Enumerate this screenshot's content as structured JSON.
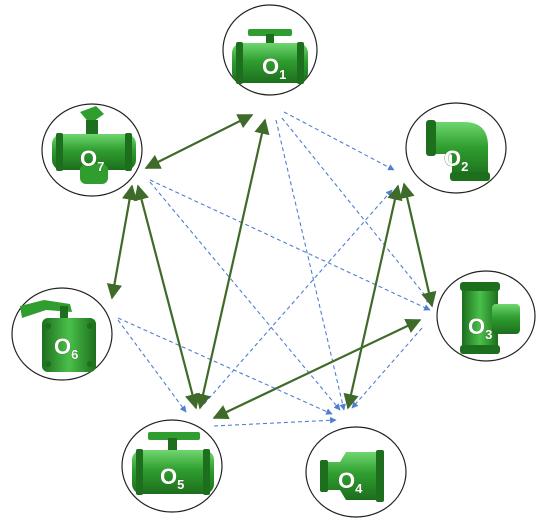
{
  "colors": {
    "strong_edge": "#3f6b2a",
    "weak_edge": "#4f7fd0",
    "part_green": "#2f9e2f",
    "part_dark": "#1d6e1d",
    "part_light": "#6fd66f",
    "circle_stroke": "#222222"
  },
  "nodes": [
    {
      "id": "o1",
      "letter": "O",
      "index": "1",
      "icon": "ball-valve-icon"
    },
    {
      "id": "o2",
      "letter": "O",
      "index": "2",
      "icon": "elbow-fitting-icon"
    },
    {
      "id": "o3",
      "letter": "O",
      "index": "3",
      "icon": "tee-fitting-icon"
    },
    {
      "id": "o4",
      "letter": "O",
      "index": "4",
      "icon": "reducer-fitting-icon"
    },
    {
      "id": "o5",
      "letter": "O",
      "index": "5",
      "icon": "ball-valve-icon"
    },
    {
      "id": "o6",
      "letter": "O",
      "index": "6",
      "icon": "butterfly-valve-icon"
    },
    {
      "id": "o7",
      "letter": "O",
      "index": "7",
      "icon": "three-way-valve-icon"
    }
  ],
  "edges": {
    "strong": [
      [
        "o1",
        "o7"
      ],
      [
        "o1",
        "o5"
      ],
      [
        "o7",
        "o5"
      ],
      [
        "o2",
        "o3"
      ],
      [
        "o2",
        "o4"
      ],
      [
        "o3",
        "o5"
      ],
      [
        "o6",
        "o7"
      ]
    ],
    "weak": [
      [
        "o1",
        "o2"
      ],
      [
        "o1",
        "o3"
      ],
      [
        "o1",
        "o4"
      ],
      [
        "o7",
        "o3"
      ],
      [
        "o7",
        "o4"
      ],
      [
        "o6",
        "o4"
      ],
      [
        "o6",
        "o5"
      ],
      [
        "o5",
        "o4"
      ],
      [
        "o5",
        "o2"
      ],
      [
        "o3",
        "o4"
      ],
      [
        "o7",
        "o5"
      ]
    ]
  }
}
